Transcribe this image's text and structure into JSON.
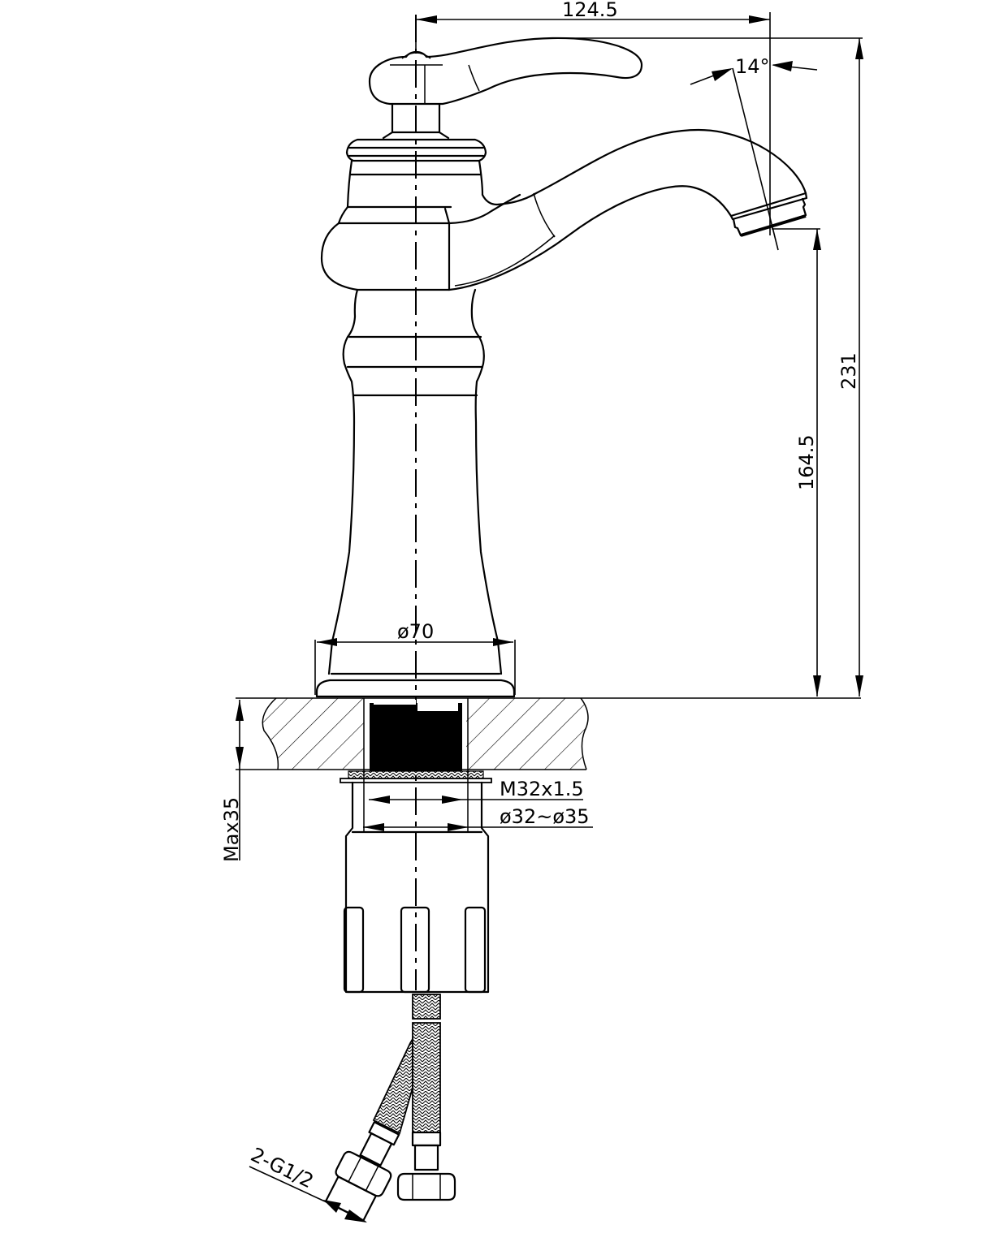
{
  "drawing": {
    "title": "Single-handle basin faucet technical drawing",
    "units": "mm",
    "line_color": "#000000",
    "background": "#ffffff"
  },
  "dimensions": {
    "spout_reach": "124.5",
    "spout_angle": "14°",
    "total_height": "231",
    "spout_outlet_height": "164.5",
    "base_diameter": "ø70",
    "max_deck_thickness": "Max35",
    "thread": "M32x1.5",
    "mounting_hole": "ø32~ø35",
    "hose_connection": "2-G1/2"
  },
  "components": [
    {
      "name": "handle lever"
    },
    {
      "name": "cartridge cap"
    },
    {
      "name": "spout"
    },
    {
      "name": "aerator"
    },
    {
      "name": "faucet body"
    },
    {
      "name": "base escutcheon"
    },
    {
      "name": "countertop (section)"
    },
    {
      "name": "threaded shank"
    },
    {
      "name": "mounting nut"
    },
    {
      "name": "braided supply hoses"
    },
    {
      "name": "hex nut connectors"
    }
  ]
}
